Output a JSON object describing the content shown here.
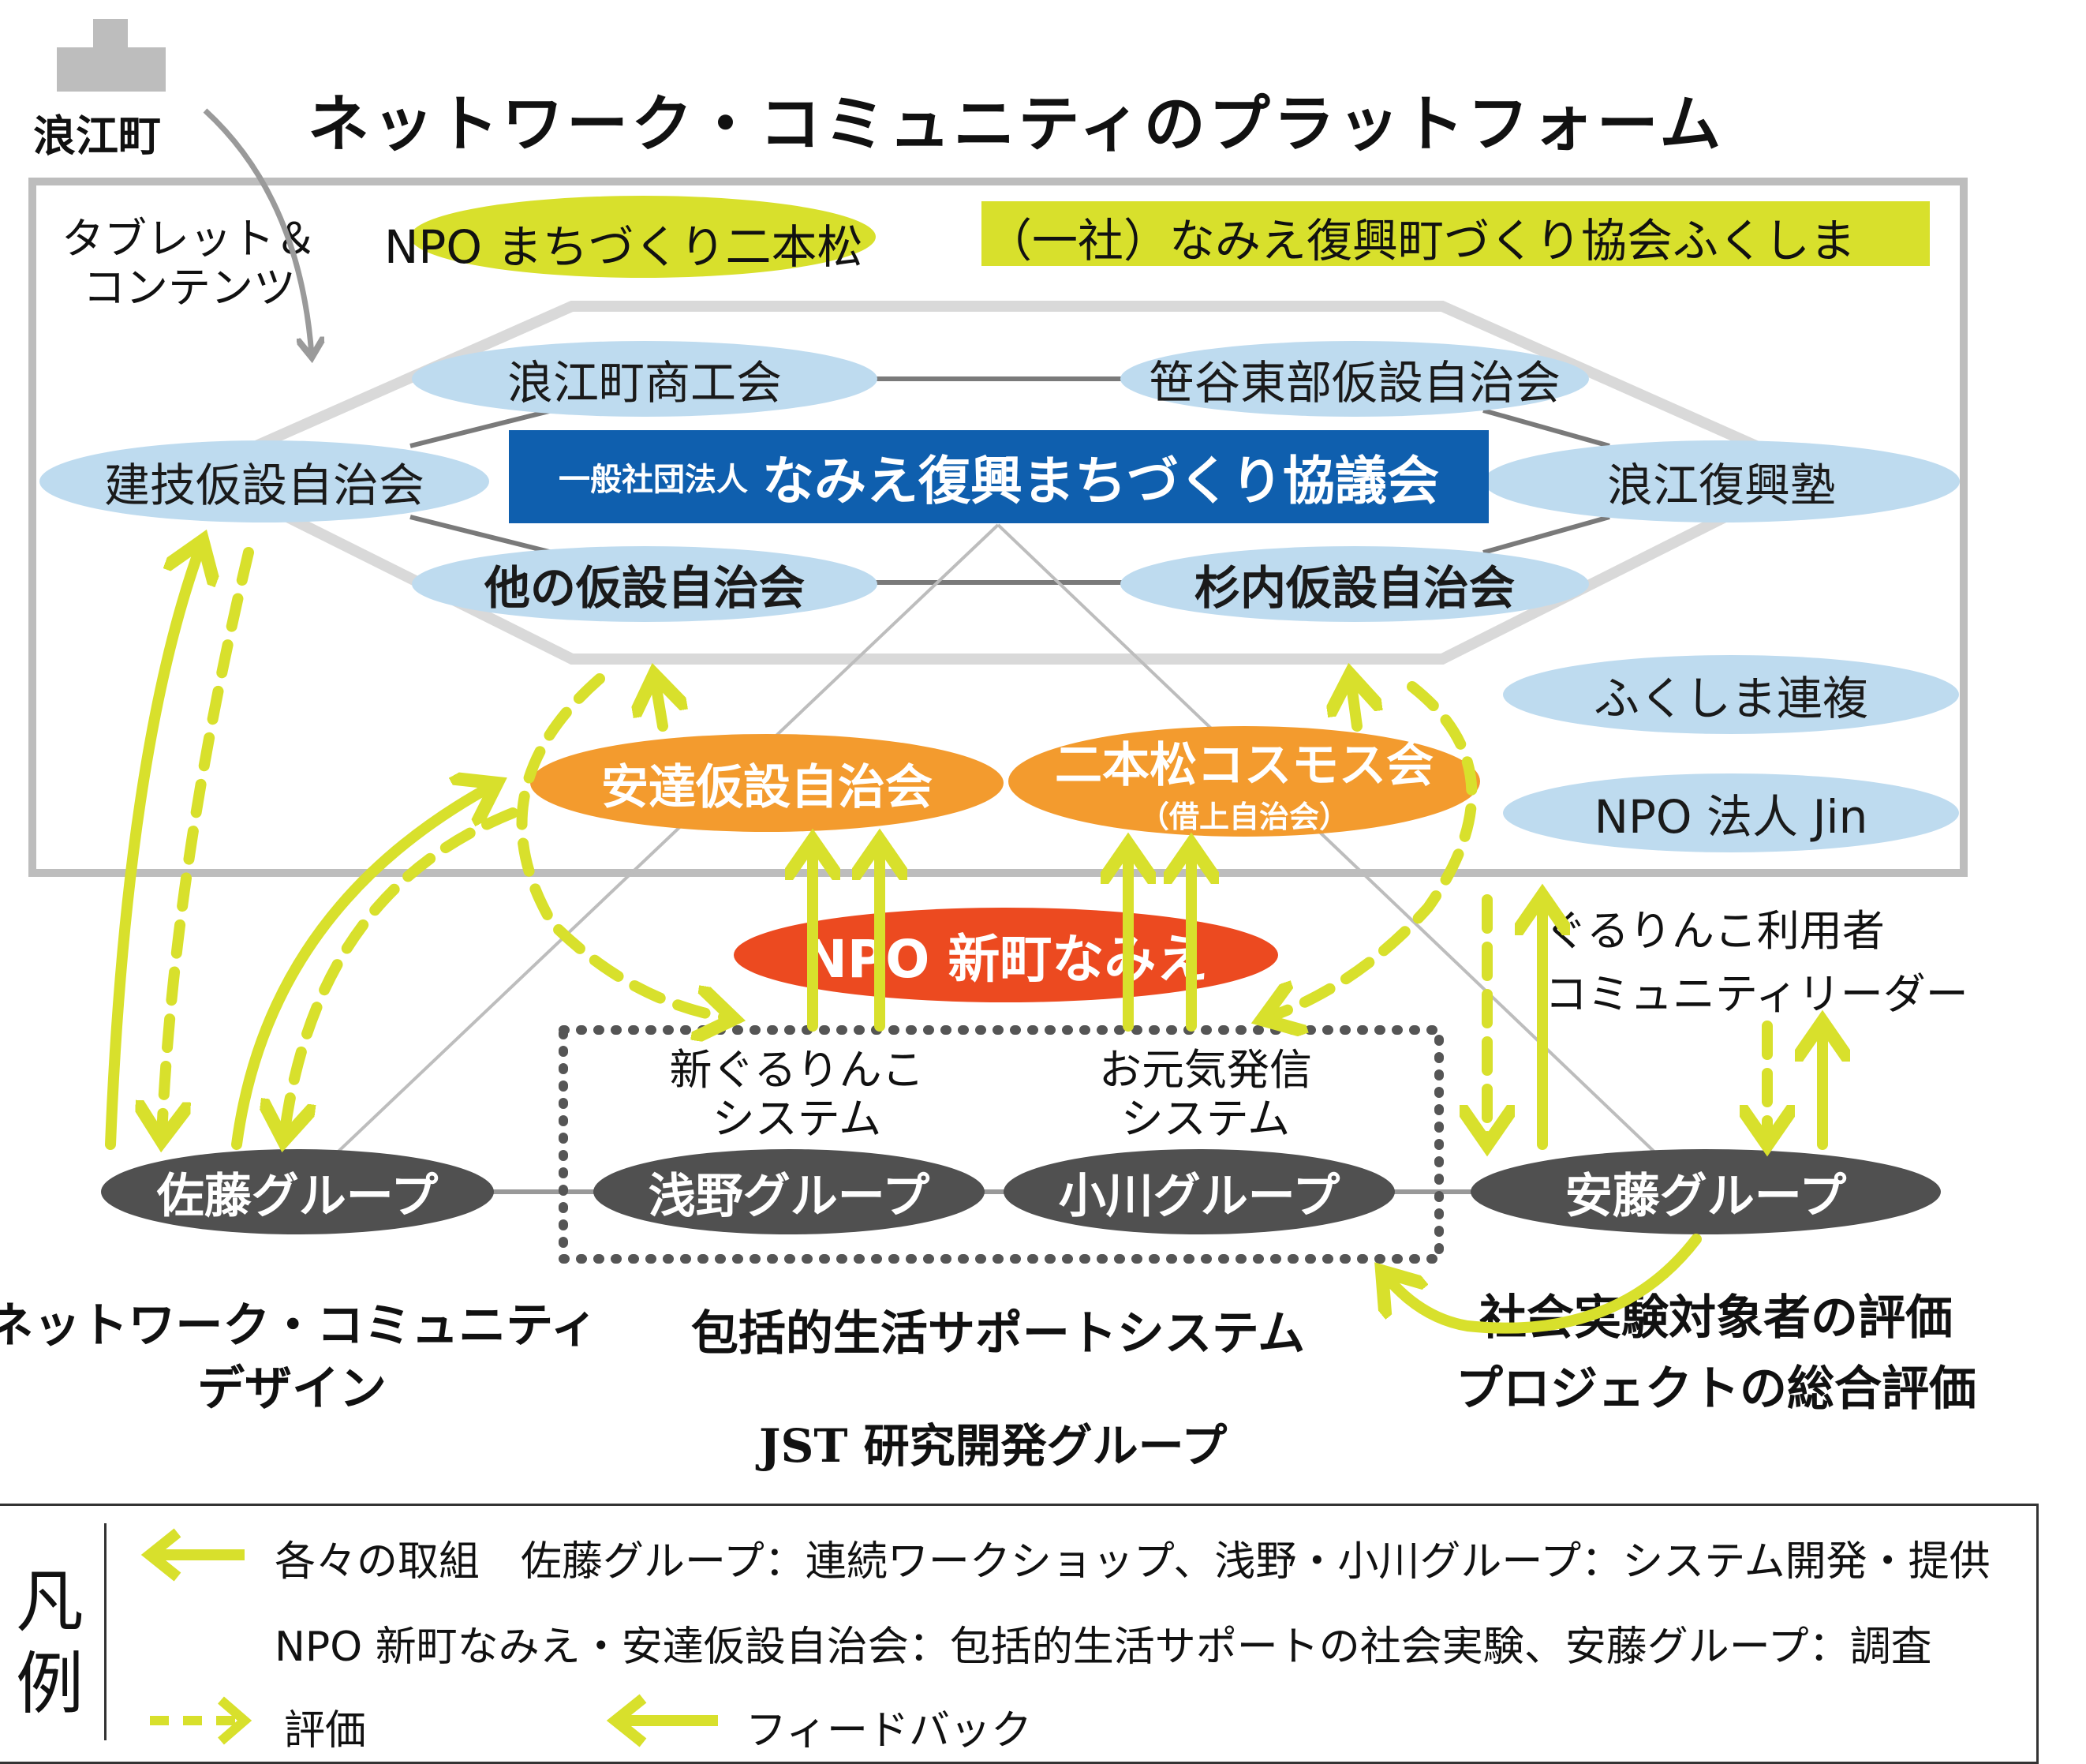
{
  "title": "ネットワーク・コミュニティのプラットフォーム",
  "town": {
    "label": "浪江町",
    "resource_label": "タブレット＆\nコンテンツ"
  },
  "platform": {
    "npo_nihonmatsu": "NPO まちづくり二本松",
    "association_fukushima": "（一社）なみえ復興町づくり協会ふくしま",
    "center": {
      "prefix": "一般社団法人",
      "name": "なみえ復興まちづくり協議会"
    },
    "outer_nodes": {
      "shokokai": "浪江町商工会",
      "sasaya": "笹谷東部仮設自治会",
      "kengi": "建技仮設自治会",
      "fukkojuku": "浪江復興塾",
      "other_kasetsu": "他の仮設自治会",
      "sugiuchi": "杉内仮設自治会"
    },
    "side_nodes": {
      "fukushima_renpuku": "ふくしま連複",
      "npo_jin": "NPO 法人 Jin"
    },
    "experiment_nodes": {
      "adachi": "安達仮設自治会",
      "cosmos": "二本松コスモス会",
      "cosmos_sub": "（借上自治会）"
    }
  },
  "npo_shinmachi": "NPO 新町なみえ",
  "systems": {
    "gururinko": "新ぐるりんこ\nシステム",
    "ogenki": "お元気発信\nシステム"
  },
  "guru_leader": "ぐるりんこ利用者\nコミュニティリーダー",
  "groups": {
    "sato": "佐藤グループ",
    "asano": "浅野グループ",
    "ogawa": "小川グループ",
    "ando": "安藤グループ"
  },
  "bottom": {
    "network_design": "ネットワーク・コミュニティ\nデザイン",
    "life_support": "包括的生活サポートシステム",
    "evaluation": "社会実験対象者の評価\nプロジェクトの総合評価",
    "jst": "JST 研究開発グループ"
  },
  "legend": {
    "title": "凡\n例",
    "line1": "各々の取組　佐藤グループ：連続ワークショップ、浅野・小川グループ：システム開発・提供",
    "line2": "NPO 新町なみえ・安達仮設自治会：包括的生活サポートの社会実験、安藤グループ：調査",
    "evaluation": "評価",
    "feedback": "フィードバック"
  },
  "colors": {
    "arrow": "#d8e02c",
    "blue_node": "#bedbef",
    "center_box": "#0f5fae",
    "orange_node": "#f39b2e",
    "red_node": "#ec4a20",
    "group_node": "#505050",
    "frame": "#bdbdbd"
  }
}
